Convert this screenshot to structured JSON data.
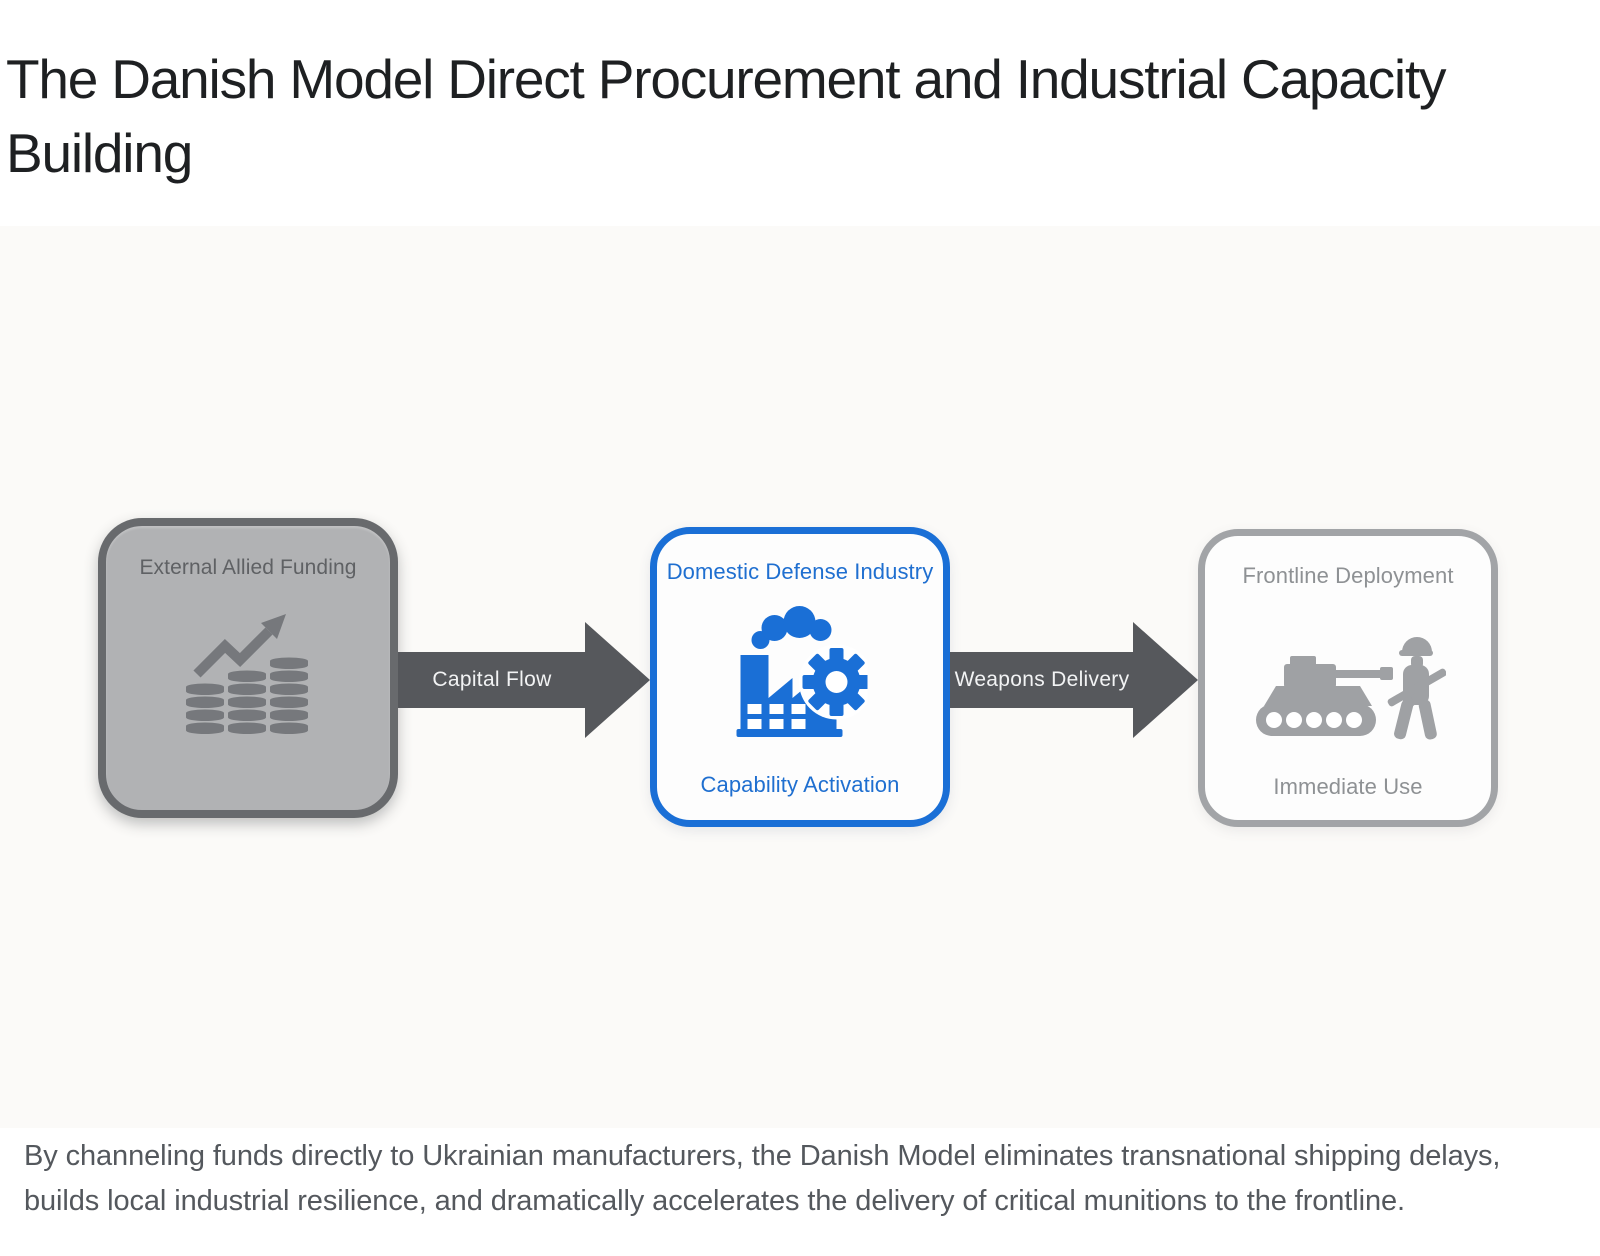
{
  "title": "The Danish Model Direct Procurement and Industrial Capacity Building",
  "caption": "By channeling funds directly to Ukrainian manufacturers, the Danish Model eliminates transnational shipping delays, builds local industrial resilience, and dramatically accelerates the delivery of critical munitions to the frontline.",
  "diagram": {
    "nodes": [
      {
        "id": "external-allied-funding",
        "label": "External Allied Funding",
        "icon": "coins-growth-chart-icon"
      },
      {
        "id": "domestic-defense-industry",
        "label": "Domestic Defense Industry",
        "sublabel": "Capability Activation",
        "icon": "factory-gear-icon"
      },
      {
        "id": "frontline-deployment",
        "label": "Frontline Deployment",
        "sublabel": "Immediate Use",
        "icon": "tank-soldier-icon"
      }
    ],
    "arrows": [
      {
        "label": "Capital Flow"
      },
      {
        "label": "Weapons Delivery"
      }
    ]
  },
  "colors": {
    "accent-blue": "#1a6fd6",
    "blue-text": "#1f6fd0",
    "gray-node-fill": "#b1b2b4",
    "gray-node-border": "#686a6d",
    "gray-node-text": "#5f6164",
    "gray-icon": "#76787c",
    "light-node-border": "#a2a4a7",
    "light-node-text": "#8e9194",
    "light-icon": "#9fa1a4",
    "arrow-fill": "#56585c",
    "arrow-text": "#f2f3f4",
    "title-color": "#1e2022",
    "caption-color": "#54585d",
    "diagram-bg": "#fbfaf8"
  }
}
